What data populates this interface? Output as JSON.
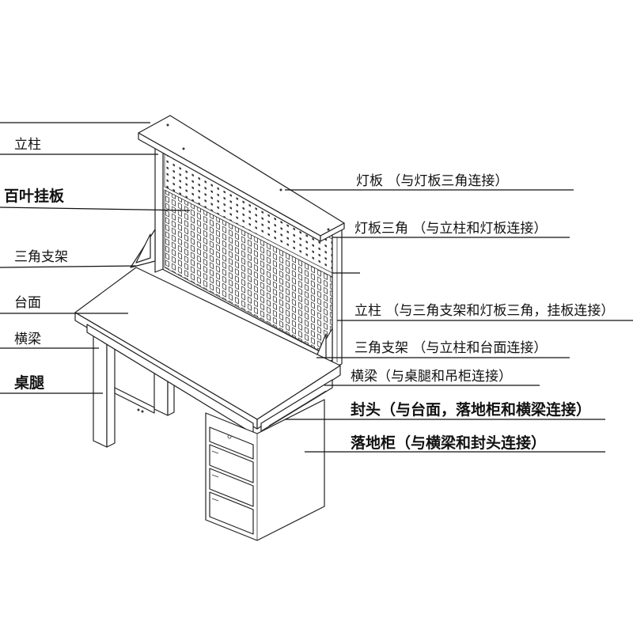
{
  "left_labels": {
    "column": "立柱",
    "louver_board": "百叶挂板",
    "triangle_bracket": "三角支架",
    "tabletop": "台面",
    "crossbeam": "横梁",
    "table_leg": "桌腿"
  },
  "right_labels": {
    "light_board": "灯板 （与灯板三角连接）",
    "light_board_triangle": "灯板三角 （与立柱和灯板连接）",
    "column": "立柱 （与三角支架和灯板三角，挂板连接）",
    "triangle_bracket": "三角支架 （与立柱和台面连接）",
    "crossbeam": "横梁（与桌腿和吊柜连接）",
    "end_cap": "封头（与台面，落地柜和横梁连接）",
    "floor_cabinet": "落地柜（与横梁和封头连接）"
  }
}
